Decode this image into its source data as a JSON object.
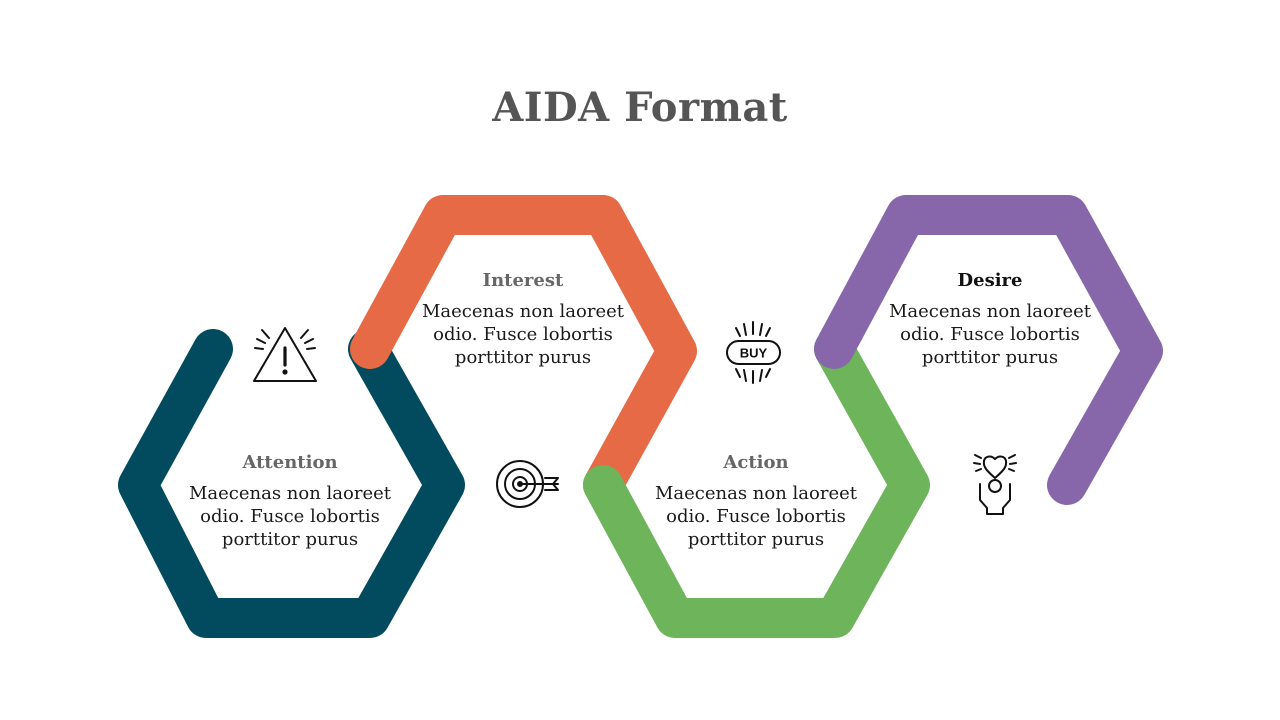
{
  "title": "AIDA Format",
  "colors": {
    "attention": "#024a5e",
    "interest": "#e56a45",
    "action": "#6db45a",
    "desire": "#8767aa",
    "heading_gray": "#666666",
    "title_gray": "#555555"
  },
  "steps": [
    {
      "key": "attention",
      "heading": "Attention",
      "body": "Maecenas non laoreet odio. Fusce lobortis porttitor purus",
      "icon": "warning-icon"
    },
    {
      "key": "interest",
      "heading": "Interest",
      "body": "Maecenas non laoreet odio. Fusce lobortis porttitor purus",
      "icon": "target-icon"
    },
    {
      "key": "action",
      "heading": "Action",
      "body": "Maecenas non laoreet odio. Fusce lobortis porttitor purus",
      "icon": "buy-icon"
    },
    {
      "key": "desire",
      "heading": "Desire",
      "body": "Maecenas non laoreet odio. Fusce lobortis porttitor purus",
      "icon": "heart-person-icon"
    }
  ],
  "icons": {
    "buy_label": "BUY"
  }
}
